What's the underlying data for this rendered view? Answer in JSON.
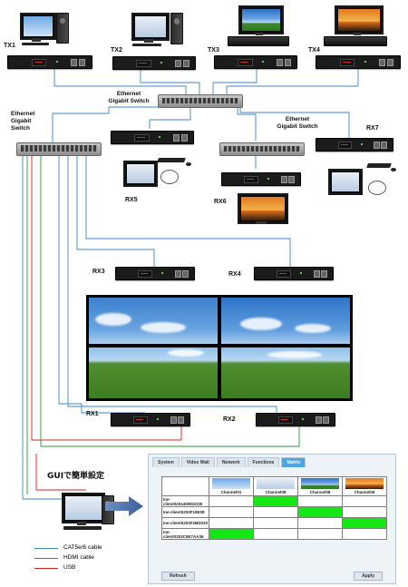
{
  "transmitters": [
    {
      "label": "TX1",
      "source": "pc"
    },
    {
      "label": "TX2",
      "source": "pc"
    },
    {
      "label": "TX3",
      "source": "player"
    },
    {
      "label": "TX4",
      "source": "player"
    }
  ],
  "switches": [
    {
      "label": "Ethernet\nGigabit Switch"
    },
    {
      "label": "Ethernet\nGigabit\nSwitch"
    },
    {
      "label": "Ethernet\nGigabit Switch"
    }
  ],
  "receivers": {
    "rx5": "RX5",
    "rx6": "RX6",
    "rx7": "RX7",
    "rx3": "RX3",
    "rx4": "RX4",
    "rx1": "RX1",
    "rx2": "RX2"
  },
  "gui_title": "GUIで簡単設定",
  "legend": [
    {
      "label": "CAT5e/6 cable",
      "color": "#3d86c6"
    },
    {
      "label": "HDMI cable",
      "color": "#2a9a3a"
    },
    {
      "label": "USB",
      "color": "#d62020"
    }
  ],
  "gui": {
    "tabs": [
      {
        "label": "System",
        "active": false
      },
      {
        "label": "Video Wall",
        "active": false
      },
      {
        "label": "Network",
        "active": false
      },
      {
        "label": "Functions",
        "active": false
      },
      {
        "label": "Matrix",
        "active": true
      }
    ],
    "channels": [
      "Channel01",
      "Channel08",
      "Channel08",
      "Channel09"
    ],
    "rows": [
      {
        "label": "Ine-client0204400810CB",
        "on": [
          false,
          true,
          false,
          false
        ]
      },
      {
        "label": "Ine-client0203F19E08",
        "on": [
          false,
          false,
          true,
          false
        ]
      },
      {
        "label": "Ine-client0203F2BD033",
        "on": [
          false,
          false,
          false,
          true
        ]
      },
      {
        "label": "Ine-client0203C9E7AA36",
        "on": [
          true,
          false,
          false,
          false
        ]
      }
    ],
    "refresh_label": "Refresh",
    "apply_label": "Apply"
  },
  "colors": {
    "cat_cable": "#3d86c6",
    "hdmi_cable": "#2a9a3a",
    "usb_cable": "#d62020",
    "matrix_on": "#14e714",
    "active_tab": "#4aa6e6"
  }
}
